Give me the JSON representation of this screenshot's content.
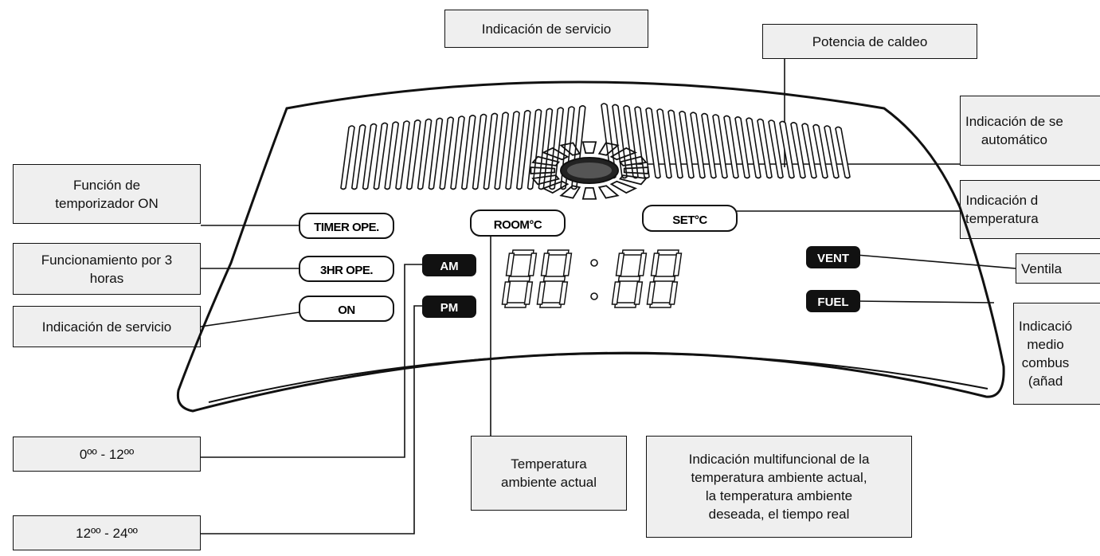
{
  "callouts": {
    "top_service": "Indicación de servicio",
    "heating_power": "Potencia de caldeo",
    "auto_service": "Indicación de se\nautomático",
    "temp_indication": "Indicación d\ntemperatura",
    "ventilation": "Ventila",
    "fuel_indication": "Indicació\nmedio\ncombus\n(añad",
    "timer_on_function": "Función de\ntemporizador ON",
    "three_hour_operation": "Funcionamiento por 3\nhoras",
    "left_service": "Indicación de servicio",
    "am_range": "0ºº - 12ºº",
    "pm_range": "12ºº - 24ºº",
    "room_temperature": "Temperatura\nambiente actual",
    "multifunction": "Indicación multifuncional de la\ntemperatura ambiente actual,\nla temperatura ambiente\ndeseada, el tiempo real"
  },
  "display": {
    "timer_ope": "TIMER OPE.",
    "three_hr_ope": "3HR OPE.",
    "on": "ON",
    "am": "AM",
    "pm": "PM",
    "room_c": "ROOM°C",
    "set_c": "SET°C",
    "vent": "VENT",
    "fuel": "FUEL"
  },
  "colors": {
    "ink": "#111111",
    "box_fill": "#efefef",
    "badge_fill": "#111111"
  }
}
